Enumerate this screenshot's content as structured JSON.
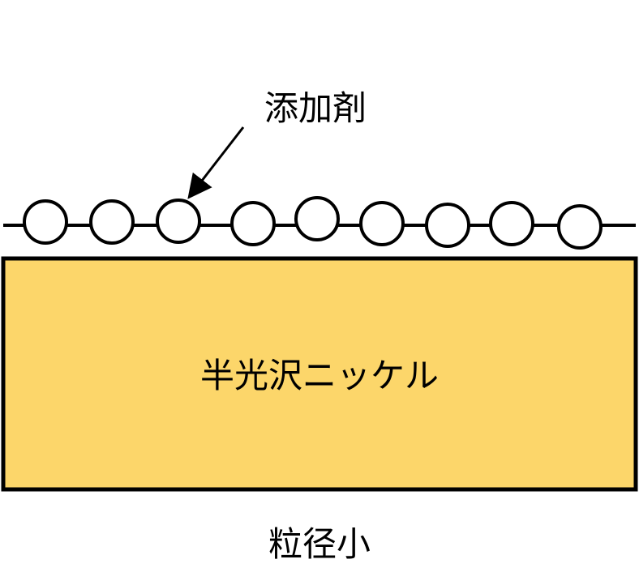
{
  "labels": {
    "additive": "添加剤",
    "layer": "半光沢ニッケル",
    "caption": "粒径小"
  },
  "colors": {
    "layer_fill": "#FCD66A",
    "stroke": "#000000",
    "particle_fill": "#FFFFFF",
    "background": "#FFFFFF"
  },
  "additive_particles": {
    "count": 9
  }
}
